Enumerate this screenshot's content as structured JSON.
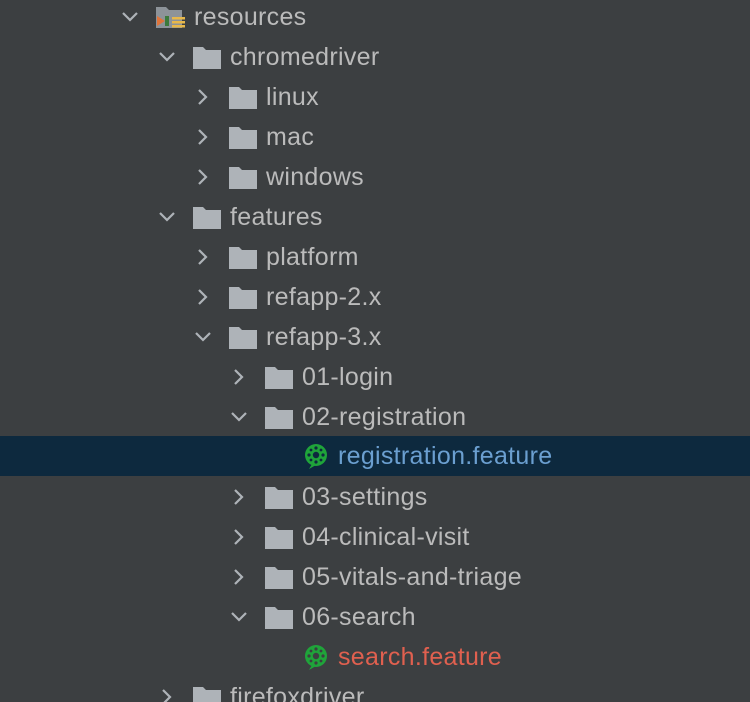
{
  "tree": {
    "rows": [
      {
        "label": "resources",
        "kind": "resources-folder",
        "expanded": true
      },
      {
        "label": "chromedriver",
        "kind": "folder",
        "expanded": true
      },
      {
        "label": "linux",
        "kind": "folder",
        "expanded": false
      },
      {
        "label": "mac",
        "kind": "folder",
        "expanded": false
      },
      {
        "label": "windows",
        "kind": "folder",
        "expanded": false
      },
      {
        "label": "features",
        "kind": "folder",
        "expanded": true
      },
      {
        "label": "platform",
        "kind": "folder",
        "expanded": false
      },
      {
        "label": "refapp-2.x",
        "kind": "folder",
        "expanded": false
      },
      {
        "label": "refapp-3.x",
        "kind": "folder",
        "expanded": true
      },
      {
        "label": "01-login",
        "kind": "folder",
        "expanded": false
      },
      {
        "label": "02-registration",
        "kind": "folder",
        "expanded": true
      },
      {
        "label": "registration.feature",
        "kind": "cucumber-file",
        "selected": true
      },
      {
        "label": "03-settings",
        "kind": "folder",
        "expanded": false
      },
      {
        "label": "04-clinical-visit",
        "kind": "folder",
        "expanded": false
      },
      {
        "label": "05-vitals-and-triage",
        "kind": "folder",
        "expanded": false
      },
      {
        "label": "06-search",
        "kind": "folder",
        "expanded": true
      },
      {
        "label": "search.feature",
        "kind": "cucumber-file",
        "modified": true
      },
      {
        "label": "firefoxdriver",
        "kind": "folder",
        "expanded": false
      }
    ]
  },
  "colors": {
    "background": "#3c3f41",
    "selection": "#0d293e",
    "text": "#bbbbbb",
    "selected_file_text": "#6b9fd0",
    "modified_file_text": "#e0604f",
    "folder_icon": "#aeb3b8",
    "cucumber_icon": "#1fa43a"
  },
  "icons": {
    "expanded": "chevron-down-icon",
    "collapsed": "chevron-right-icon",
    "folder": "folder-icon",
    "resources": "resources-folder-icon",
    "cucumber": "cucumber-icon"
  }
}
